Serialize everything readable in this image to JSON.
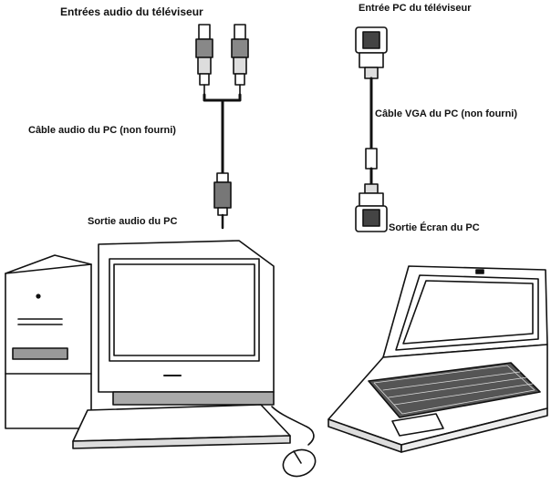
{
  "labels": {
    "tv_audio_inputs": "Entrées audio du téléviseur",
    "tv_pc_input": "Entrée PC du téléviseur",
    "pc_audio_cable": "Câble audio du PC (non fourni)",
    "pc_vga_cable": "Câble VGA du PC (non fourni)",
    "pc_audio_output": "Sortie audio du PC",
    "pc_screen_output": "Sortie Écran du PC"
  }
}
